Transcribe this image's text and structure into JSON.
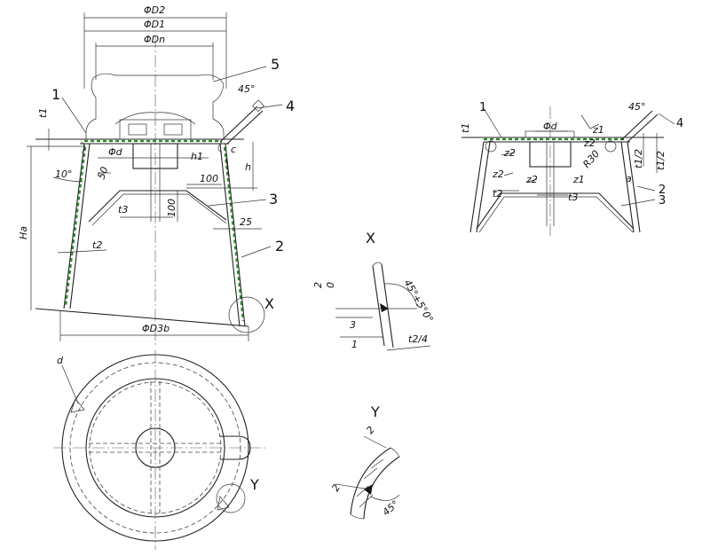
{
  "labels": {
    "d2": "ΦD2",
    "d1": "ΦD1",
    "dn": "ΦDn",
    "d3": "ΦD3b",
    "phi_d": "Φd",
    "angle_45": "45°",
    "angle_10": "10°",
    "dim_50": "50",
    "dim_100_h": "100",
    "dim_100_v": "100",
    "dim_25": "25",
    "t1": "t1",
    "t2": "t2",
    "t3": "t3",
    "h": "h",
    "h1": "h1",
    "H": "Ha",
    "c": "c",
    "d": "d",
    "x_mark": "X",
    "y_mark": "Y"
  },
  "callouts": [
    "1",
    "2",
    "3",
    "4",
    "5"
  ],
  "detail_x": {
    "title": "X",
    "dim_2": "2",
    "dim_0": "0",
    "dim_3": "3",
    "dim_1": "1",
    "angle": "45°+5°0°",
    "t2_4": "t2/4"
  },
  "detail_y": {
    "title": "Y",
    "dim_2a": "2",
    "dim_2b": "2",
    "angle": "45°"
  },
  "small_view": {
    "phi_d": "Φd",
    "angle_45": "45°",
    "r30": "R30",
    "z1a": "z1",
    "z1b": "z1",
    "z2a": "z2",
    "z2b": "z2",
    "z2c": "z2",
    "z2d": "z2",
    "t1": "t1",
    "t1_2a": "t1/2",
    "t1_2b": "t1/2",
    "t2": "t2",
    "t3": "t3",
    "a": "a",
    "callouts": [
      "1",
      "4",
      "2",
      "3"
    ]
  }
}
